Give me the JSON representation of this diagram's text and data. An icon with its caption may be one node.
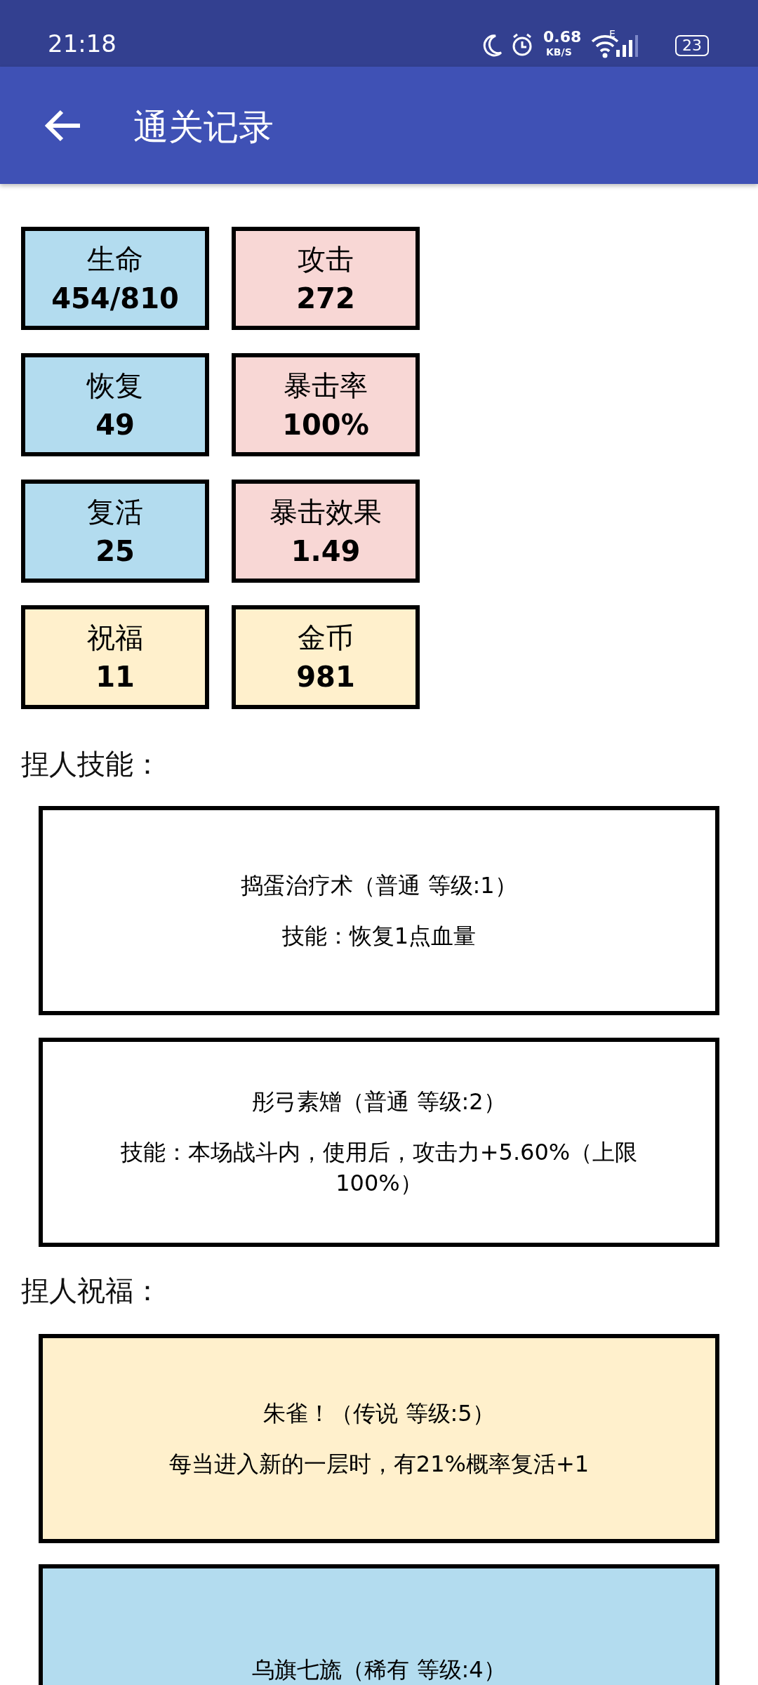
{
  "diagram": {
    "title": "通关记录",
    "nodes": [
      {
        "text": [
          "生命",
          "454/810"
        ]
      },
      {
        "text": [
          "攻击",
          "272"
        ]
      },
      {
        "text": [
          "恢复",
          "49"
        ]
      },
      {
        "text": [
          "暴击率",
          "100%"
        ]
      },
      {
        "text": [
          "复活",
          "25"
        ]
      },
      {
        "text": [
          "暴击效果",
          "1.49"
        ]
      },
      {
        "text": [
          "祝福",
          "11"
        ]
      },
      {
        "text": [
          "金币",
          "981"
        ]
      },
      {
        "text": [
          "捣蛋治疗术（普通 等级:1）",
          "技能：恢复1点血量"
        ]
      },
      {
        "text": [
          "彤弓素矰（普通 等级:2）",
          "技能：本场战斗内，使用后，攻击力+5.60%（上限100%）"
        ]
      },
      {
        "text": [
          "朱雀！（传说 等级:5）",
          "每当进入新的一层时，有21%概率复活+1"
        ]
      },
      {
        "text": [
          "乌旗七旒（稀有 等级:4）"
        ]
      }
    ],
    "labels": [
      "21:18",
      "0.68",
      "KB/S",
      "E",
      "23",
      "捏人技能：",
      "捏人祝福："
    ]
  }
}
